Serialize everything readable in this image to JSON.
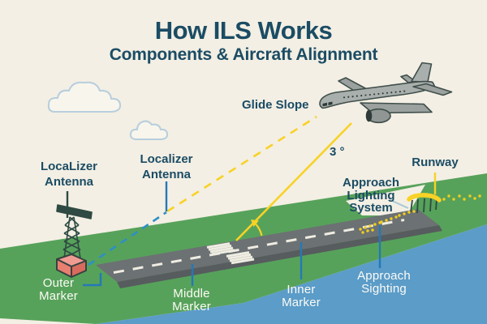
{
  "title": "How ILS Works",
  "subtitle": "Components & Aircraft Alignment",
  "labels": {
    "glide_slope": "Glide Slope",
    "glide_angle": "3 °",
    "localizer_antenna_left": [
      "LocaLizer",
      "Antenna"
    ],
    "localizer_antenna_center": [
      "Localizer",
      "Antenna"
    ],
    "runway": "Runway",
    "approach_lighting_system": [
      "Approach",
      "Lighting",
      "System"
    ],
    "approach_sighting": [
      "Approach",
      "Sighting"
    ],
    "outer_marker": [
      "Outer",
      "Marker"
    ],
    "middle_marker": [
      "Middle",
      "Marker"
    ],
    "inner_marker": [
      "Inner",
      "Marker"
    ]
  },
  "colors": {
    "background": "#f3efe4",
    "ink": "#1b4c64",
    "light_text": "#fcfbf5",
    "grass": "#57a25b",
    "water": "#5b9cc8",
    "runway": "#6c7173",
    "runway_edge": "#575c5e",
    "runway_marking": "#efede2",
    "glide_slope_yellow": "#f8d226",
    "localizer_beam_blue": "#2e8fc5",
    "pointer_blue": "#2578b8",
    "pointer_light_blue": "#a9c8d6",
    "structure_dark_green": "#2f4a42",
    "marker_box_red": "#e87f71",
    "airplane_gray": "#a9afac",
    "airplane_outline": "#3f4e4b",
    "cloud_outline": "#b7cedd"
  },
  "icons": {
    "airplane": "airplane-icon",
    "cloud_large": "cloud-icon",
    "cloud_small": "cloud-icon",
    "localizer_tower": "localizer-tower-icon",
    "outer_marker_box": "marker-box-icon",
    "approach_light_gantry": "approach-light-gantry-icon"
  }
}
